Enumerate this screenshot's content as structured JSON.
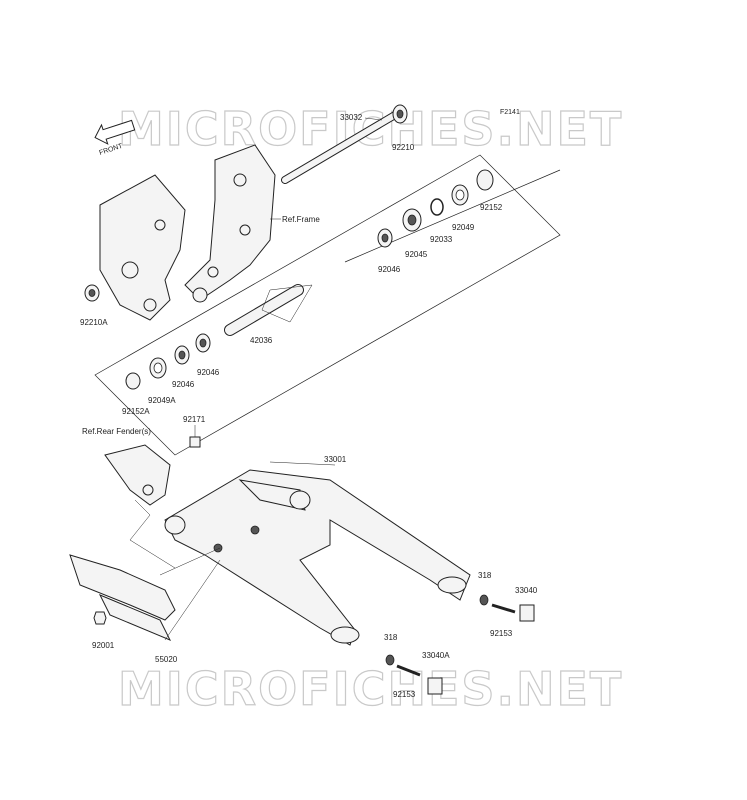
{
  "figure_id": "F2141",
  "watermark": "MICROFICHES.NET",
  "front_label": "FRONT",
  "refs": {
    "frame": "Ref.Frame",
    "rear_fender": "Ref.Rear Fender(s)"
  },
  "labels": {
    "p33032": "33032",
    "p92210": "92210",
    "p92152": "92152",
    "p92049": "92049",
    "p92033": "92033",
    "p92045": "92045",
    "p92046": "92046",
    "p42036": "42036",
    "p92210A": "92210A",
    "p92046b": "92046",
    "p92046c": "92046",
    "p92049A": "92049A",
    "p92152A": "92152A",
    "p92171": "92171",
    "p33001": "33001",
    "p318": "318",
    "p33040": "33040",
    "p92153": "92153",
    "p92001": "92001",
    "p55020": "55020",
    "p318b": "318",
    "p33040A": "33040A",
    "p92153b": "92153"
  }
}
